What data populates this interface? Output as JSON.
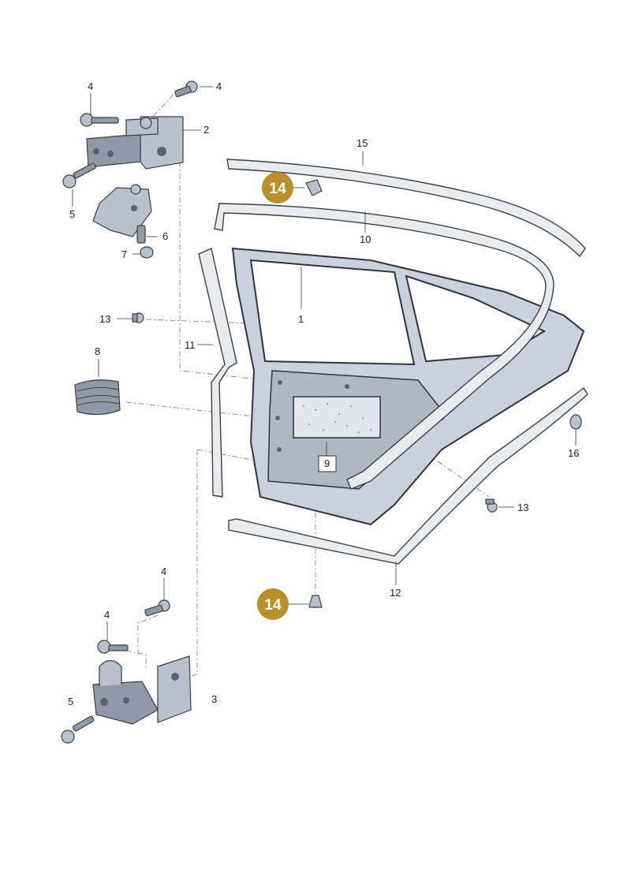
{
  "callouts": {
    "c1": "1",
    "c2": "2",
    "c3": "3",
    "c4a": "4",
    "c4b": "4",
    "c4c": "4",
    "c4d": "4",
    "c5a": "5",
    "c5b": "5",
    "c6": "6",
    "c7": "7",
    "c8": "8",
    "c9": "9",
    "c10": "10",
    "c11": "11",
    "c12": "12",
    "c13a": "13",
    "c13b": "13",
    "c15": "15",
    "c16": "16"
  },
  "badges": {
    "b14a": "14",
    "b14b": "14"
  },
  "colors": {
    "badge": "#b8902a",
    "metal": "#b9c2cc",
    "line": "#333333"
  }
}
